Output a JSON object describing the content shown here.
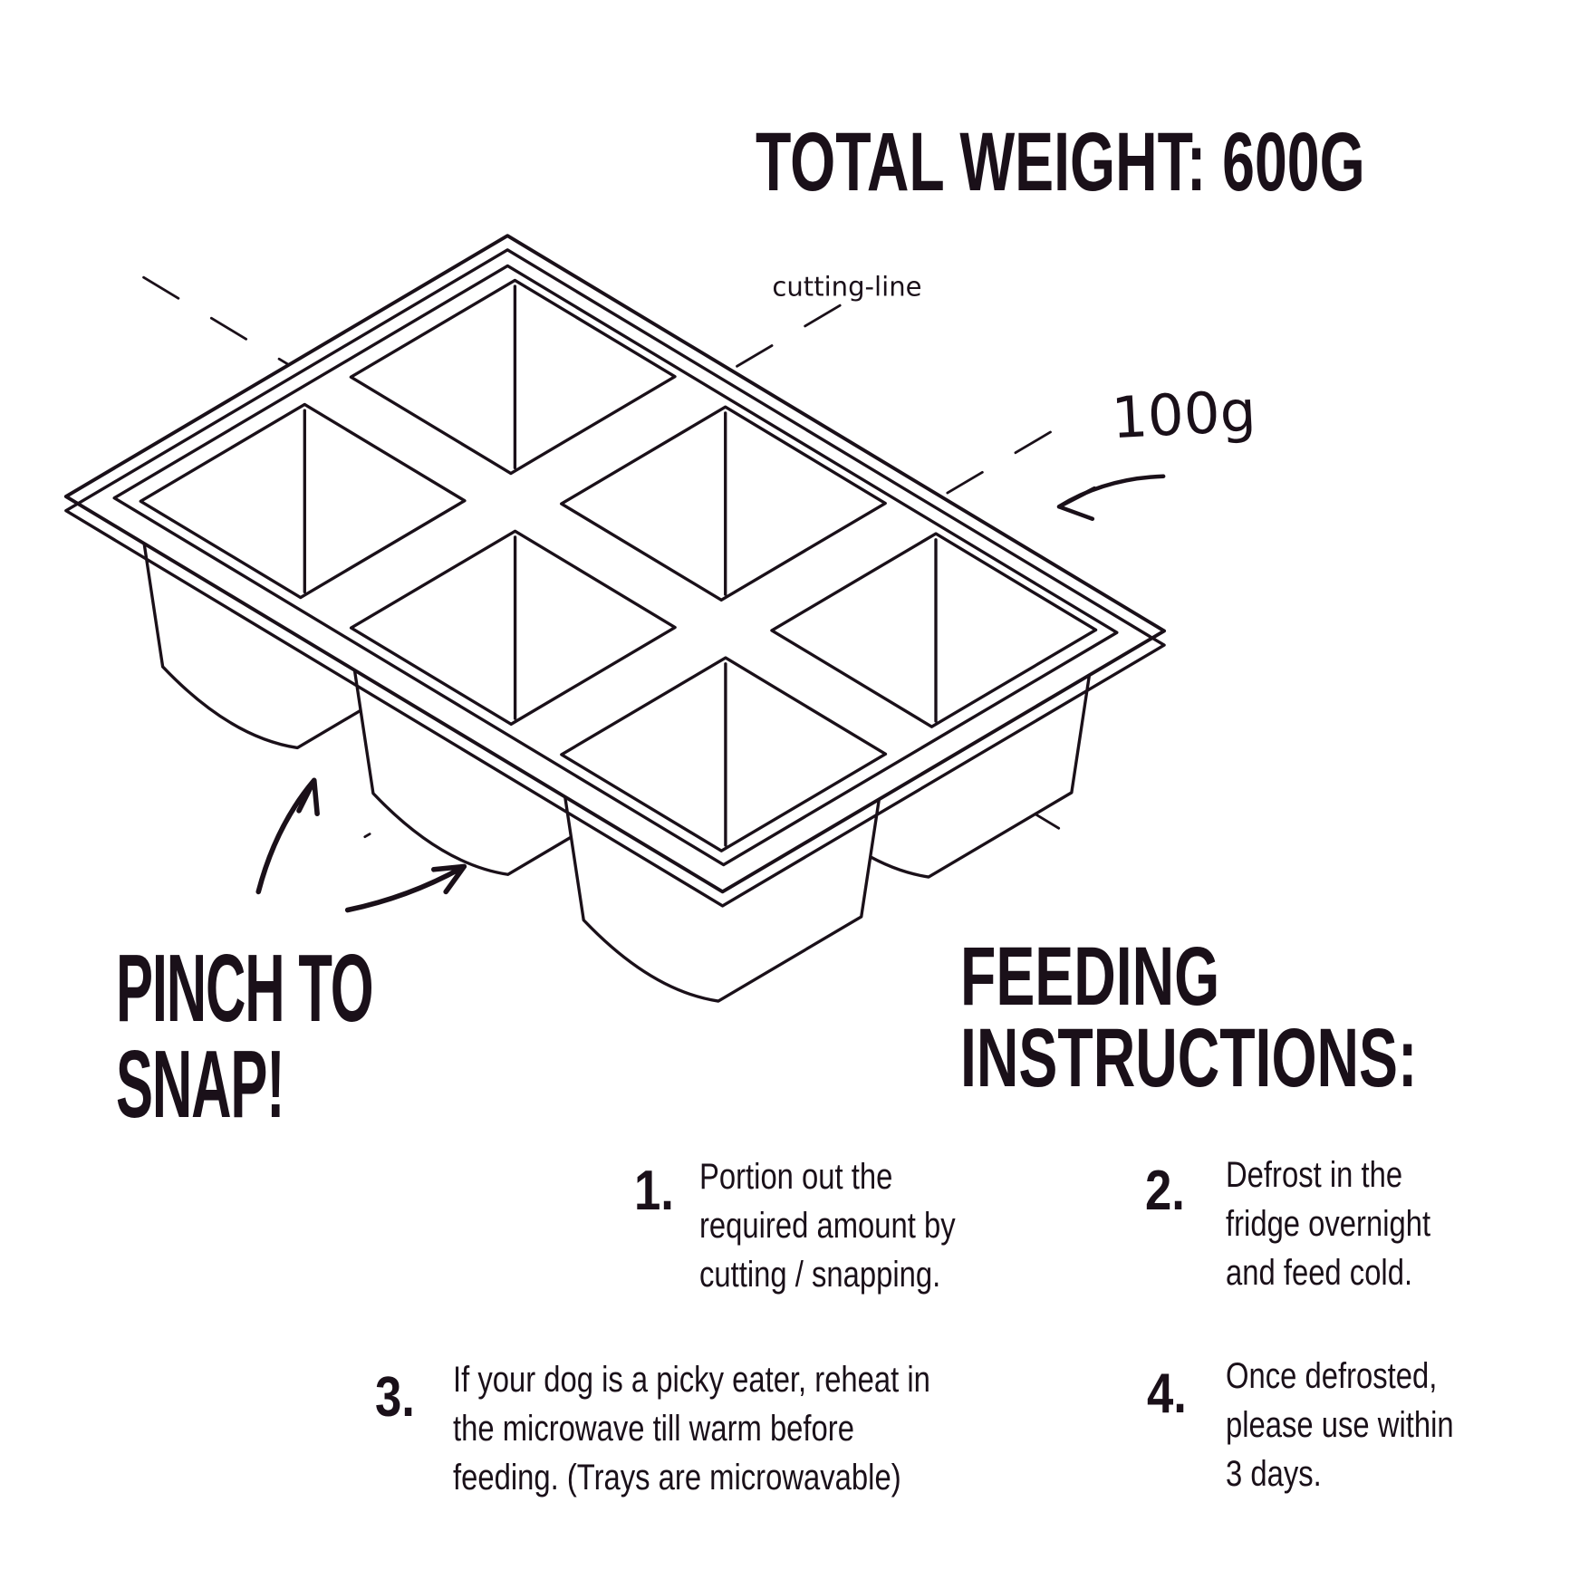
{
  "header": {
    "total_weight": "TOTAL WEIGHT: 600G"
  },
  "diagram": {
    "cutting_line_label": "cutting-line",
    "portion_label": "100g",
    "ink_color": "#1a1019",
    "rows": 2,
    "columns": 3
  },
  "callout": {
    "line1": "PINCH TO",
    "line2": "SNAP!"
  },
  "instructions": {
    "heading_line1": "FEEDING",
    "heading_line2": "INSTRUCTIONS:",
    "steps": [
      {
        "number": "1.",
        "lines": [
          "Portion out the",
          "required amount by",
          "cutting / snapping."
        ]
      },
      {
        "number": "2.",
        "lines": [
          "Defrost in the",
          "fridge overnight",
          "and feed cold."
        ]
      },
      {
        "number": "3.",
        "lines": [
          "If your dog is a picky eater, reheat in",
          "the microwave till warm before",
          "feeding. (Trays are microwavable)"
        ]
      },
      {
        "number": "4.",
        "lines": [
          "Once defrosted,",
          "please use within",
          "3 days."
        ]
      }
    ]
  }
}
